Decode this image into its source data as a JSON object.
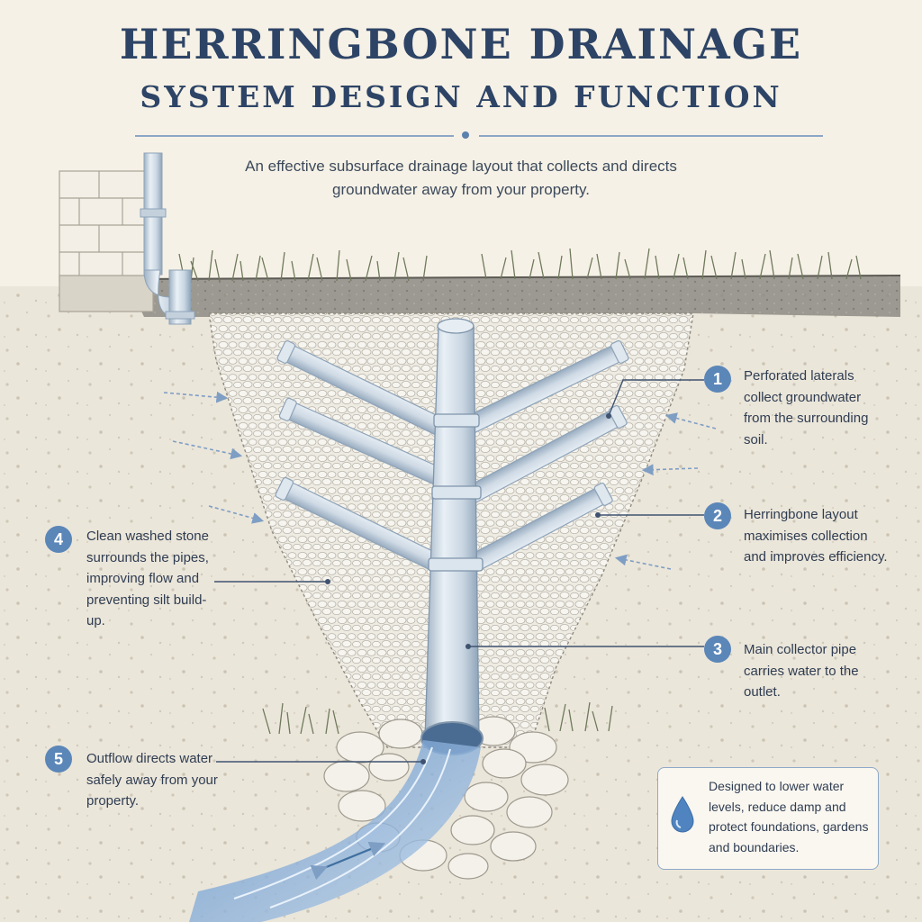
{
  "title": {
    "line1": "HERRINGBONE DRAINAGE",
    "line2": "SYSTEM DESIGN AND FUNCTION"
  },
  "subtitle": "An effective subsurface drainage layout that collects and directs groundwater away from your property.",
  "callouts": [
    {
      "number": "1",
      "text": "Perforated laterals collect groundwater from the surrounding soil."
    },
    {
      "number": "2",
      "text": "Herringbone layout maximises collection and improves efficiency."
    },
    {
      "number": "3",
      "text": "Main collector pipe carries water to the outlet."
    },
    {
      "number": "4",
      "text": "Clean washed stone surrounds the pipes, improving flow and preventing silt build-up."
    },
    {
      "number": "5",
      "text": "Outflow directs water safely away from your property."
    }
  ],
  "info_box": {
    "icon": "water-drop-icon",
    "text": "Designed to lower water levels, reduce damp and protect foundations, gardens and boundaries."
  },
  "colors": {
    "background": "#f6f1e6",
    "title": "#2d4466",
    "accent": "#5b86b8",
    "pipe": "#d4e0ea",
    "gravel": "#e9e5dc",
    "water": "#7fa9d6"
  }
}
